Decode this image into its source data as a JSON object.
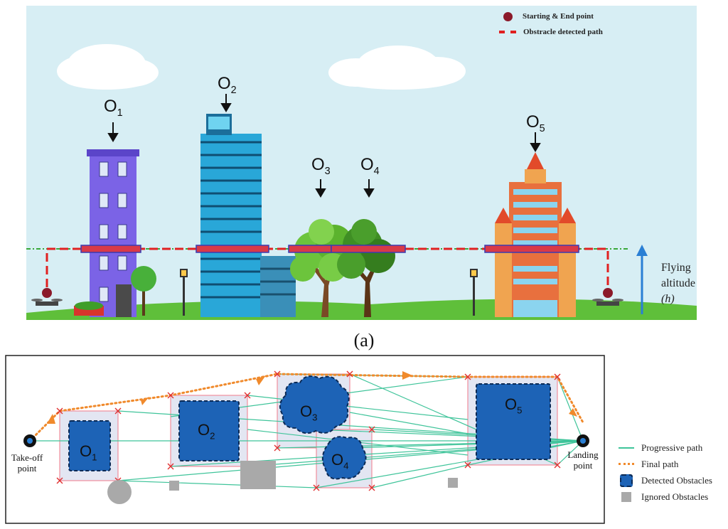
{
  "panel_a": {
    "legend": {
      "start_end": "Starting & End point",
      "obstacle_path": "Obstracle detected path"
    },
    "obstacles": [
      {
        "label": "O",
        "sub": "1"
      },
      {
        "label": "O",
        "sub": "2"
      },
      {
        "label": "O",
        "sub": "3"
      },
      {
        "label": "O",
        "sub": "4"
      },
      {
        "label": "O",
        "sub": "5"
      }
    ],
    "altitude_label_line1": "Flying",
    "altitude_label_line2": "altitude",
    "altitude_symbol": "(h)",
    "colors": {
      "sky": "#d7eef4",
      "ground": "#5fbf3a",
      "path": "#e02020",
      "altitude_arrow": "#2a7fd4"
    }
  },
  "caption": "(a)",
  "panel_b": {
    "takeoff_label_line1": "Take-off",
    "takeoff_label_line2": "point",
    "landing_label_line1": "Landing",
    "landing_label_line2": "point",
    "obstacles": [
      {
        "label": "O",
        "sub": "1"
      },
      {
        "label": "O",
        "sub": "2"
      },
      {
        "label": "O",
        "sub": "3"
      },
      {
        "label": "O",
        "sub": "4"
      },
      {
        "label": "O",
        "sub": "5"
      }
    ],
    "legend": {
      "progressive": "Progressive path",
      "final": "Final path",
      "detected": "Detected Obstacles",
      "ignored": "Ignored Obstacles"
    },
    "colors": {
      "progressive": "#3fc49a",
      "final": "#f08a2c",
      "detected": "#1d63b6",
      "ignored": "#a9a9a9",
      "bbox": "#f07a8a"
    }
  }
}
